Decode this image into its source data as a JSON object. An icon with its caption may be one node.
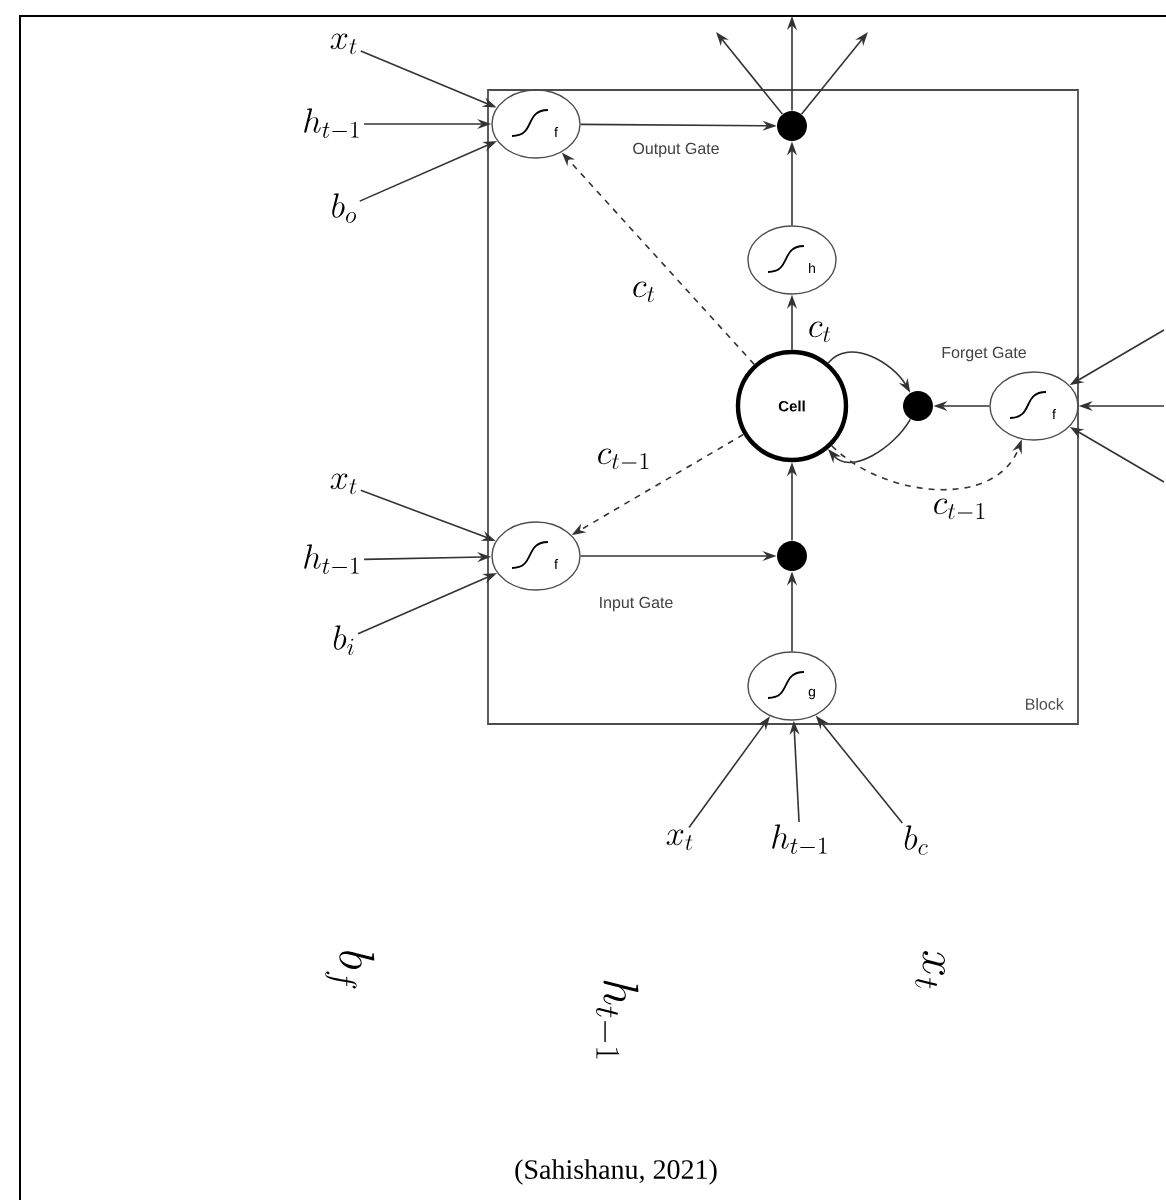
{
  "diagram": {
    "caption": "(Sahishanu, 2021)",
    "nodes": [
      {
        "text": [
          "Block"
        ]
      },
      {
        "text": [
          "f"
        ],
        "beside": [
          "Output Gate"
        ],
        "in": 0
      },
      {
        "text": [],
        "shape": "circle",
        "in": 0
      },
      {
        "text": [
          "h"
        ],
        "in": 0
      },
      {
        "text": [
          "Cell"
        ],
        "in": 0
      },
      {
        "text": [],
        "shape": "circle",
        "in": 0
      },
      {
        "text": [
          "f"
        ],
        "beside": [
          "Forget Gate"
        ],
        "in": 0
      },
      {
        "text": [
          "f"
        ],
        "beside": [
          "Input Gate"
        ],
        "in": 0
      },
      {
        "text": [],
        "shape": "circle",
        "in": 0
      },
      {
        "text": [
          "g"
        ],
        "in": 0
      },
      {
        "text": [
          "x_t"
        ]
      },
      {
        "text": [
          "h_{t-1}"
        ]
      },
      {
        "text": [
          "b_o"
        ]
      },
      {
        "text": [
          "x_t"
        ]
      },
      {
        "text": [
          "h_{t-1}"
        ]
      },
      {
        "text": [
          "b_i"
        ]
      },
      {
        "text": [
          "x_t"
        ]
      },
      {
        "text": [
          "h_{t-1}"
        ]
      },
      {
        "text": [
          "b_c"
        ]
      }
    ],
    "edges": [
      {
        "from": 10,
        "to": 1,
        "arrow": "to"
      },
      {
        "from": 11,
        "to": 1,
        "arrow": "to"
      },
      {
        "from": 12,
        "to": 1,
        "arrow": "to"
      },
      {
        "from": 1,
        "to": 2,
        "arrow": "to"
      },
      {
        "from": 2,
        "to": null,
        "arrow": "to"
      },
      {
        "from": 2,
        "to": null,
        "arrow": "to"
      },
      {
        "from": 2,
        "to": null,
        "arrow": "to"
      },
      {
        "from": 3,
        "to": 2,
        "arrow": "to"
      },
      {
        "from": 4,
        "to": 3,
        "arrow": "to",
        "label": "c_t"
      },
      {
        "from": 4,
        "to": 1,
        "arrow": "to",
        "style": "dashed",
        "label": "c_t"
      },
      {
        "from": 4,
        "to": 5,
        "arrow": "to"
      },
      {
        "from": 5,
        "to": 4,
        "arrow": "to"
      },
      {
        "from": 6,
        "to": 5,
        "arrow": "to"
      },
      {
        "from": 4,
        "to": 6,
        "arrow": "to",
        "style": "dashed",
        "label": "c_{t-1}"
      },
      {
        "from": 4,
        "to": 7,
        "arrow": "to",
        "style": "dashed",
        "label": "c_{t-1}"
      },
      {
        "from": null,
        "to": 6,
        "arrow": "to"
      },
      {
        "from": null,
        "to": 6,
        "arrow": "to"
      },
      {
        "from": null,
        "to": 6,
        "arrow": "to"
      },
      {
        "from": 13,
        "to": 7,
        "arrow": "to"
      },
      {
        "from": 14,
        "to": 7,
        "arrow": "to"
      },
      {
        "from": 15,
        "to": 7,
        "arrow": "to"
      },
      {
        "from": 7,
        "to": 8,
        "arrow": "to"
      },
      {
        "from": 9,
        "to": 8,
        "arrow": "to"
      },
      {
        "from": 8,
        "to": 4,
        "arrow": "to"
      },
      {
        "from": 16,
        "to": 9,
        "arrow": "to"
      },
      {
        "from": 17,
        "to": 9,
        "arrow": "to"
      },
      {
        "from": 18,
        "to": 9,
        "arrow": "to"
      }
    ],
    "labels": [
      "b_f",
      "h_{t-1}",
      "x_t"
    ]
  }
}
